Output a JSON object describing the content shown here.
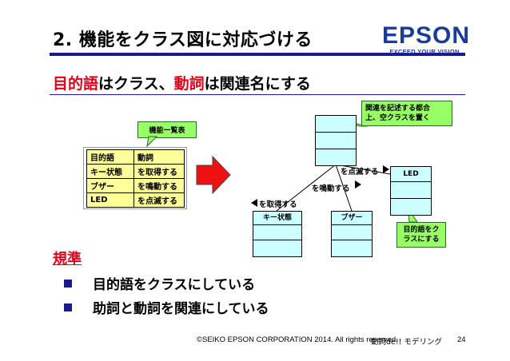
{
  "slide": {
    "title": "2. 機能をクラス図に対応づける",
    "subtitle": {
      "part1": "目的語",
      "part2": "はクラス、",
      "part3": "動詞",
      "part4": "は関連名にする"
    },
    "logo": {
      "word": "EPSON",
      "tagline": "EXCEED YOUR VISION"
    },
    "colors": {
      "accent_blue": "#1a1a8c",
      "emphasis_red": "#e0001a",
      "class_fill": "#ccffff",
      "table_fill": "#ffff99",
      "callout_green": "#99ff66",
      "arrow_red": "#ee1111"
    }
  },
  "function_list": {
    "callout": "機能一覧表",
    "headers": [
      "目的語",
      "動詞"
    ],
    "rows": [
      [
        "キー状態",
        "を取得する"
      ],
      [
        "ブザー",
        "を鳴動する"
      ],
      [
        "LED",
        "を点滅する"
      ]
    ]
  },
  "diagram": {
    "callout_top": [
      "関連を記述する都合",
      "上、空クラスを置く"
    ],
    "callout_right": [
      "目的語をク",
      "ラスにする"
    ],
    "classes": {
      "empty": "",
      "led": "LED",
      "key": "キー状態",
      "buzzer": "ブザー"
    },
    "relations": {
      "get": "を取得する",
      "sound": "を鳴動する",
      "blink": "を点滅する"
    }
  },
  "rules": {
    "heading": "規準",
    "items": [
      "目的語をクラスにしている",
      "助詞と動詞を関連にしている"
    ]
  },
  "footer": {
    "copyright": "©SEIKO EPSON CORPORATION 2014. All rights reserved.",
    "series": "動詞de!! モデリング",
    "page": "24"
  }
}
